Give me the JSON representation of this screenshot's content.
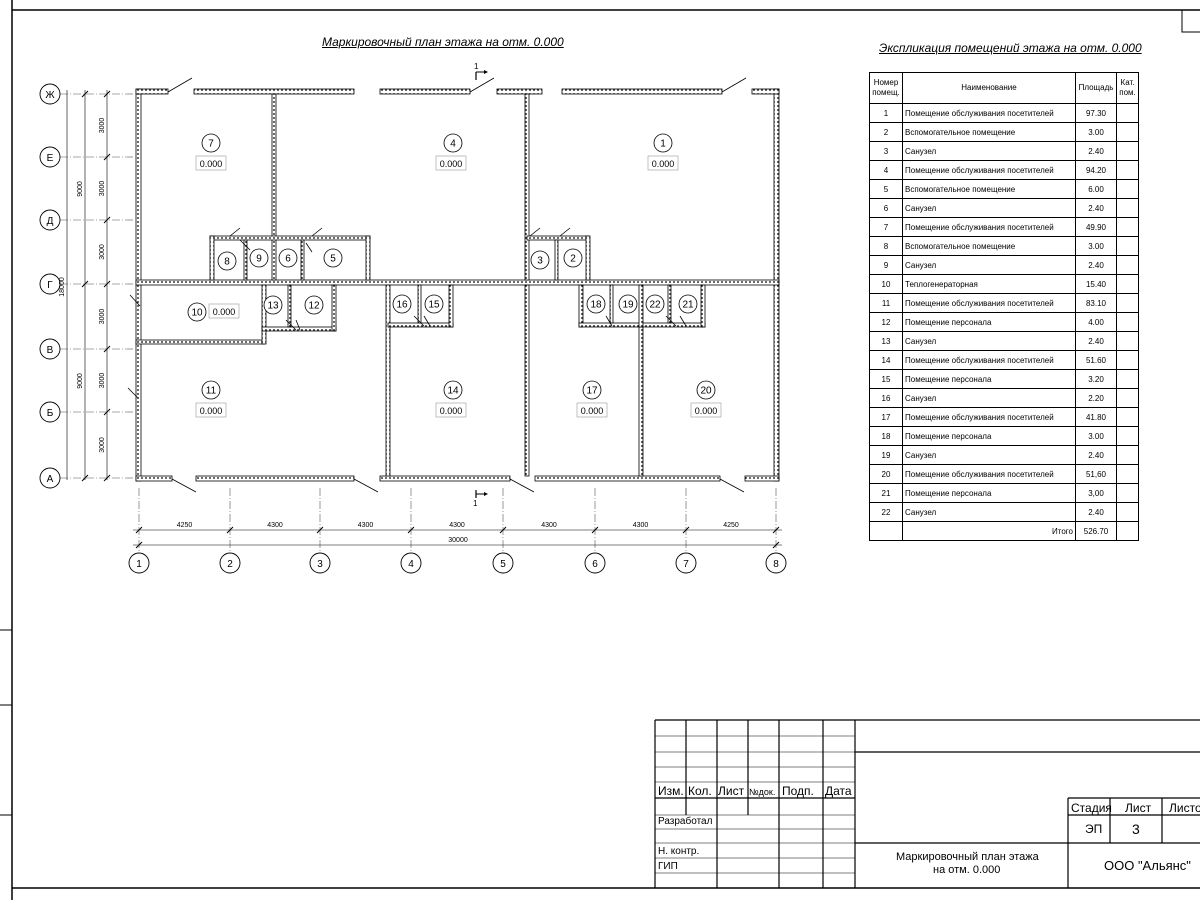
{
  "plan": {
    "title": "Маркировочный план этажа на отм. 0.000",
    "row_axes": [
      "Ж",
      "Е",
      "Д",
      "Г",
      "В",
      "Б",
      "А"
    ],
    "column_axes": [
      "1",
      "2",
      "3",
      "4",
      "5",
      "6",
      "7",
      "8"
    ],
    "column_spacings": [
      "4250",
      "4300",
      "4300",
      "4300",
      "4300",
      "4300",
      "4250"
    ],
    "total_width": "30000",
    "row_spacings": [
      "3000",
      "3000",
      "3000",
      "3000",
      "3000",
      "3000"
    ],
    "row_group_dims": [
      "9000",
      "9000"
    ],
    "total_height": "18000",
    "section_mark": "1",
    "room_numbers": [
      "7",
      "4",
      "1",
      "8",
      "9",
      "6",
      "5",
      "3",
      "2",
      "10",
      "13",
      "12",
      "16",
      "15",
      "18",
      "19",
      "22",
      "21",
      "11",
      "14",
      "17",
      "20"
    ],
    "room_levels": [
      "0.000",
      "0.000",
      "0.000",
      "0.000",
      "0.000",
      "0.000",
      "0.000",
      "0.000"
    ]
  },
  "explication": {
    "title": "Экспликация помещений этажа на отм. 0.000",
    "headers": [
      "Номер помещ.",
      "Наименование",
      "Площадь",
      "Кат. пом."
    ],
    "rows": [
      [
        "1",
        "Помещение обслуживания посетителей",
        "97.30"
      ],
      [
        "2",
        "Вспомогательное помещение",
        "3.00"
      ],
      [
        "3",
        "Санузел",
        "2.40"
      ],
      [
        "4",
        "Помещение обслуживания посетителей",
        "94.20"
      ],
      [
        "5",
        "Вспомогательное помещение",
        "6.00"
      ],
      [
        "6",
        "Санузел",
        "2.40"
      ],
      [
        "7",
        "Помещение обслуживания посетителей",
        "49.90"
      ],
      [
        "8",
        "Вспомогательное помещение",
        "3.00"
      ],
      [
        "9",
        "Санузел",
        "2.40"
      ],
      [
        "10",
        "Теплогенераторная",
        "15.40"
      ],
      [
        "11",
        "Помещение обслуживания посетителей",
        "83.10"
      ],
      [
        "12",
        "Помещение персонала",
        "4.00"
      ],
      [
        "13",
        "Санузел",
        "2.40"
      ],
      [
        "14",
        "Помещение обслуживания посетителей",
        "51.60"
      ],
      [
        "15",
        "Помещение персонала",
        "3.20"
      ],
      [
        "16",
        "Санузел",
        "2.20"
      ],
      [
        "17",
        "Помещение обслуживания посетителей",
        "41.80"
      ],
      [
        "18",
        "Помещение персонала",
        "3.00"
      ],
      [
        "19",
        "Санузел",
        "2.40"
      ],
      [
        "20",
        "Помещение обслуживания посетителей",
        "51,60"
      ],
      [
        "21",
        "Помещение персонала",
        "3,00"
      ],
      [
        "22",
        "Санузел",
        "2.40"
      ]
    ],
    "total_label": "Итого",
    "total_value": "526.70"
  },
  "stamp": {
    "cols": [
      "Изм.",
      "Кол.",
      "Лист",
      "№док.",
      "Подп.",
      "Дата"
    ],
    "developed": "Разработал",
    "n_control": "Н. контр.",
    "gip": "ГИП",
    "stage_label": "Стадия",
    "sheet_label": "Лист",
    "sheets_label": "Листо",
    "stage": "ЭП",
    "sheet": "3",
    "drawing_title_line1": "Маркировочный план этажа",
    "drawing_title_line2": "на отм. 0.000",
    "company": "ООО \"Альянс\""
  }
}
